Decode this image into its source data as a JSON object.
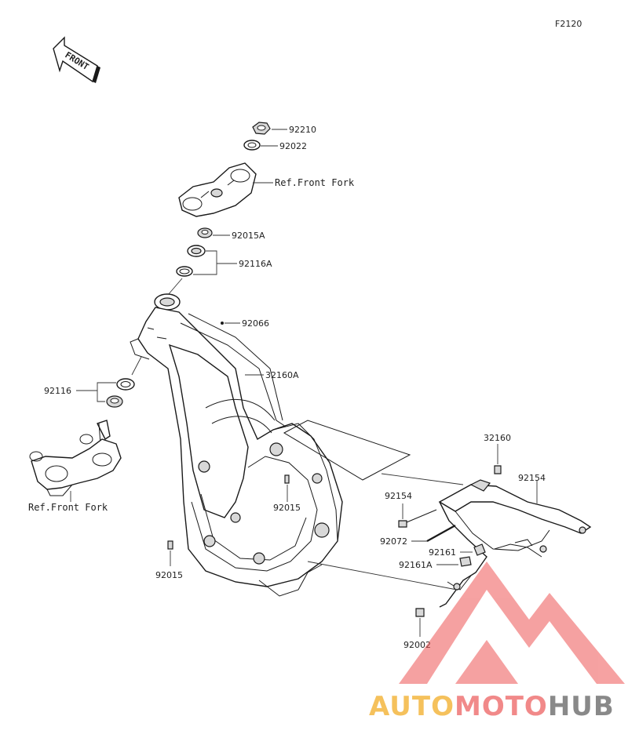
{
  "diagram": {
    "figure_code": "F2120",
    "front_label": "FRONT",
    "callouts": [
      {
        "id": "c-92210",
        "text": "92210"
      },
      {
        "id": "c-92022",
        "text": "92022"
      },
      {
        "id": "c-ref-top",
        "text": "Ref.Front Fork"
      },
      {
        "id": "c-92015a",
        "text": "92015A"
      },
      {
        "id": "c-92116a",
        "text": "92116A"
      },
      {
        "id": "c-92066",
        "text": "92066"
      },
      {
        "id": "c-32160a",
        "text": "32160A"
      },
      {
        "id": "c-92116",
        "text": "92116"
      },
      {
        "id": "c-ref-bottom",
        "text": "Ref.Front Fork"
      },
      {
        "id": "c-92015-mid",
        "text": "92015"
      },
      {
        "id": "c-92015-left",
        "text": "92015"
      },
      {
        "id": "c-92154-top",
        "text": "92154"
      },
      {
        "id": "c-32160",
        "text": "32160"
      },
      {
        "id": "c-92154-mid",
        "text": "92154"
      },
      {
        "id": "c-92072",
        "text": "92072"
      },
      {
        "id": "c-92161",
        "text": "92161"
      },
      {
        "id": "c-92161a",
        "text": "92161A"
      },
      {
        "id": "c-92002",
        "text": "92002"
      }
    ]
  },
  "watermark": {
    "part1": "AUTO",
    "part2": "MOTO",
    "part3": "HUB",
    "colors": {
      "auto": "#f2b233",
      "moto": "#ee6b6b",
      "hub": "#6b6b6b",
      "triangle": "#ee5555"
    }
  }
}
